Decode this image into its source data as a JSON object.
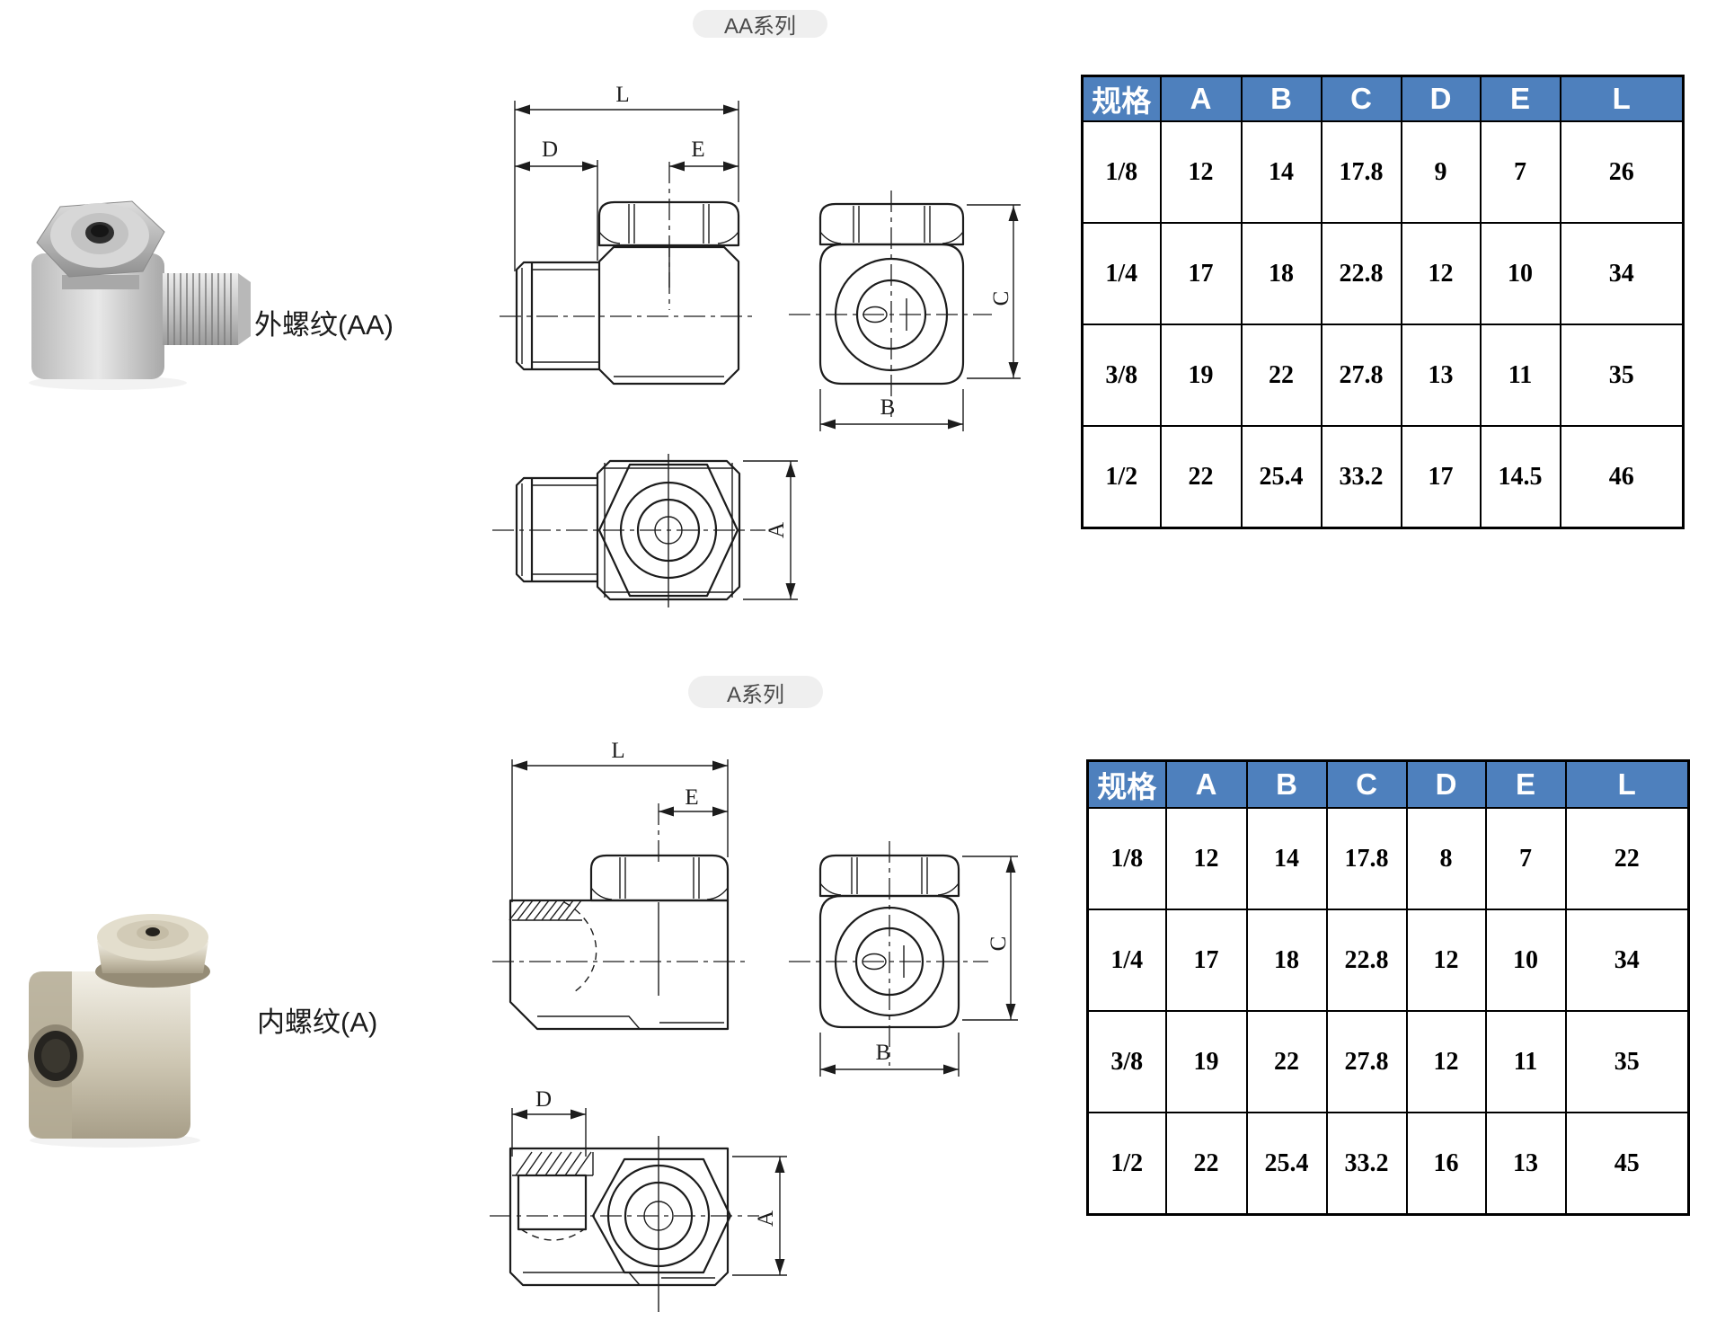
{
  "colors": {
    "table_header_bg": "#4e80bd",
    "table_header_text": "#ffffff",
    "table_border": "#000000",
    "pill_bg": "#efefef",
    "pill_text": "#4a4a4a",
    "drawing_line": "#1c1c1c"
  },
  "series_aa": {
    "pill_label": "AA系列",
    "photo_label": "外螺纹(AA)",
    "dims": {
      "front": [
        "L",
        "D",
        "E"
      ],
      "side": [
        "C",
        "B"
      ],
      "bottom": [
        "A"
      ]
    },
    "table": {
      "headers": [
        "规格",
        "A",
        "B",
        "C",
        "D",
        "E",
        "L"
      ],
      "rows": [
        [
          "1/8",
          "12",
          "14",
          "17.8",
          "9",
          "7",
          "26"
        ],
        [
          "1/4",
          "17",
          "18",
          "22.8",
          "12",
          "10",
          "34"
        ],
        [
          "3/8",
          "19",
          "22",
          "27.8",
          "13",
          "11",
          "35"
        ],
        [
          "1/2",
          "22",
          "25.4",
          "33.2",
          "17",
          "14.5",
          "46"
        ]
      ]
    }
  },
  "series_a": {
    "pill_label": "A系列",
    "photo_label": "内螺纹(A)",
    "dims": {
      "front": [
        "L",
        "E"
      ],
      "side": [
        "C",
        "B"
      ],
      "bottom": [
        "D",
        "A"
      ]
    },
    "table": {
      "headers": [
        "规格",
        "A",
        "B",
        "C",
        "D",
        "E",
        "L"
      ],
      "rows": [
        [
          "1/8",
          "12",
          "14",
          "17.8",
          "8",
          "7",
          "22"
        ],
        [
          "1/4",
          "17",
          "18",
          "22.8",
          "12",
          "10",
          "34"
        ],
        [
          "3/8",
          "19",
          "22",
          "27.8",
          "12",
          "11",
          "35"
        ],
        [
          "1/2",
          "22",
          "25.4",
          "33.2",
          "16",
          "13",
          "45"
        ]
      ]
    }
  }
}
